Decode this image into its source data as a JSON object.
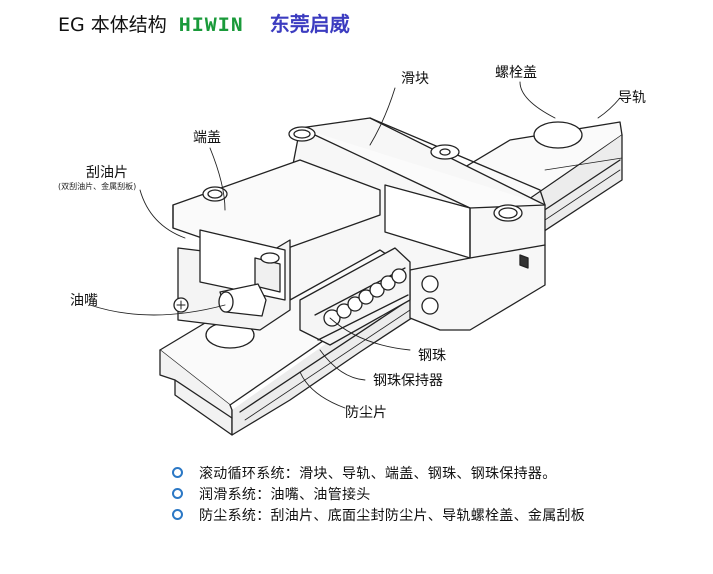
{
  "header": {
    "title": "EG 本体结构",
    "brand": "HIWIN",
    "dealer": "东莞启威"
  },
  "colors": {
    "brand": "#1a9a3a",
    "dealer": "#3c3cc0",
    "bullet": "#2b78c5",
    "line": "#222222"
  },
  "labels": {
    "slider": "滑块",
    "bolt_cap": "螺栓盖",
    "rail": "导轨",
    "end_cap": "端盖",
    "scraper": "刮油片",
    "scraper_note": "(双刮油片、金属刮板)",
    "grease_nipple": "油嘴",
    "ball": "钢珠",
    "ball_retainer": "钢珠保持器",
    "dust_seal": "防尘片"
  },
  "systems": [
    {
      "icon": "circle-bullet-icon",
      "text": "滚动循环系统：滑块、导轨、端盖、钢珠、钢珠保持器。"
    },
    {
      "icon": "circle-bullet-icon",
      "text": "润滑系统：油嘴、油管接头"
    },
    {
      "icon": "circle-bullet-icon",
      "text": "防尘系统：刮油片、底面尘封防尘片、导轨螺栓盖、金属刮板"
    }
  ]
}
